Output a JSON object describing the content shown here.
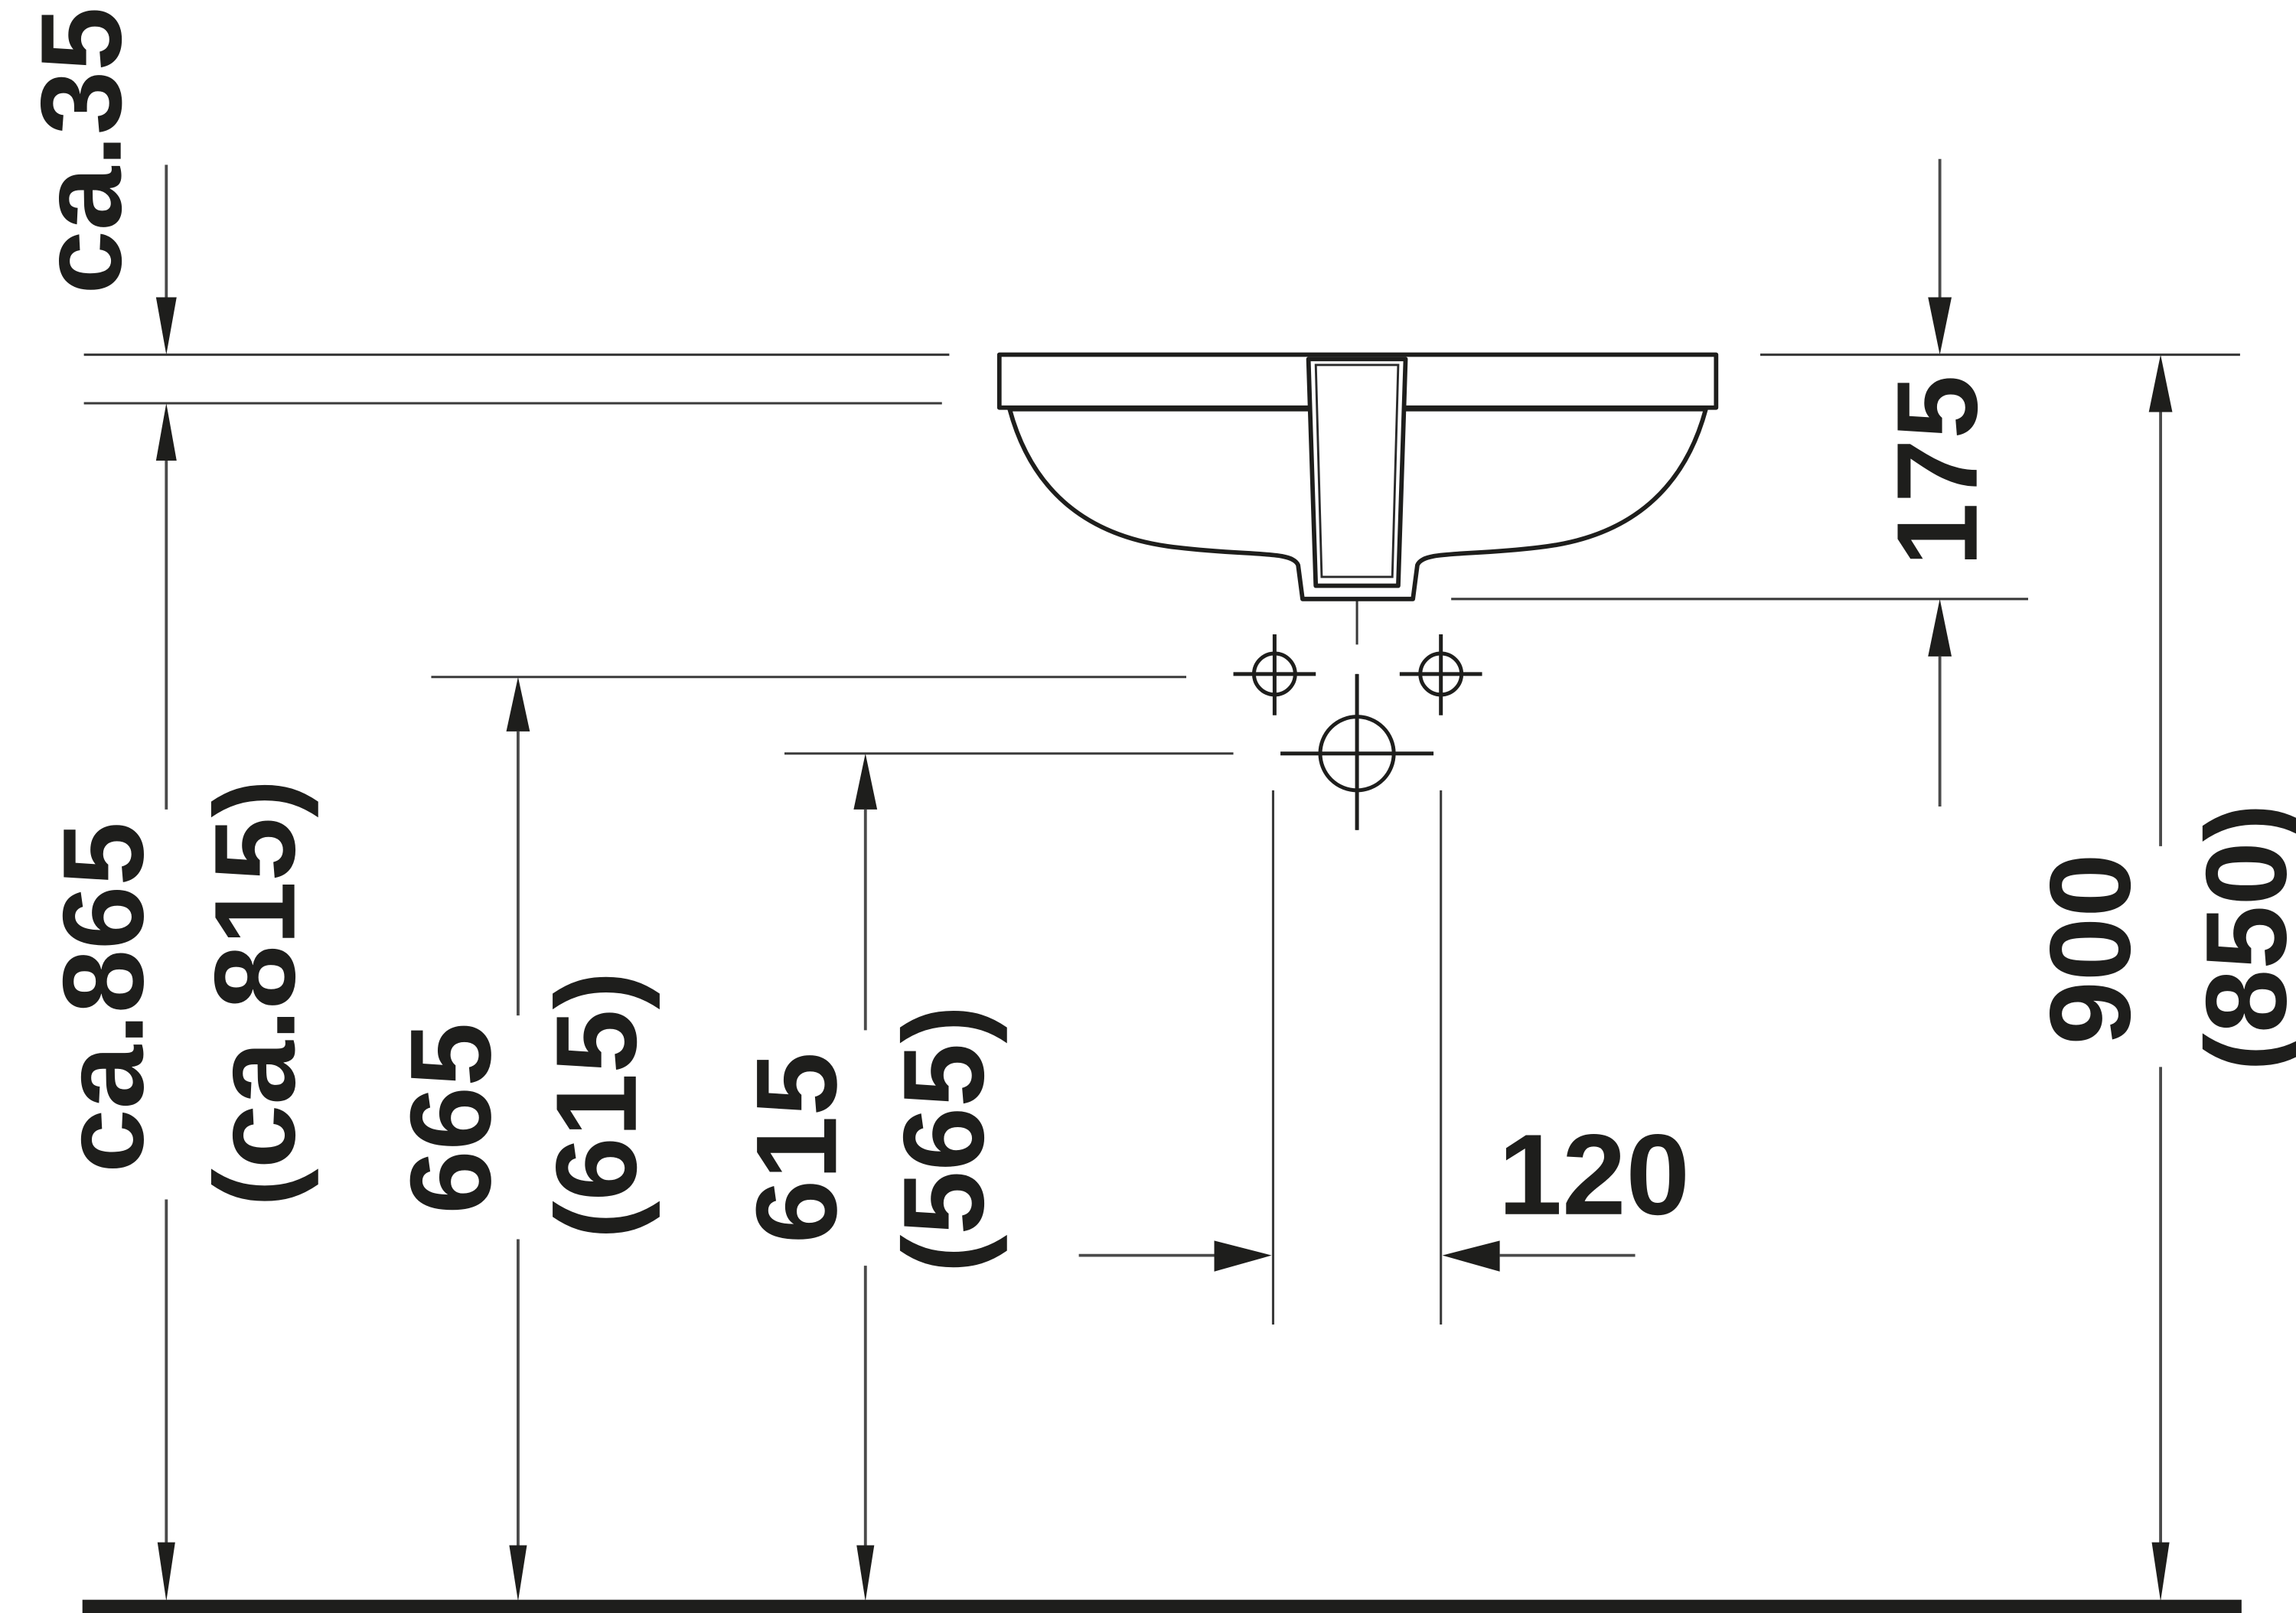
{
  "drawing": {
    "title": "Undercounter washbasin – installation dimensions (side elevation)",
    "units": "mm",
    "dimensions": {
      "top_clearance": {
        "label": "ca.35",
        "value": 35,
        "approx": true
      },
      "basin_height": {
        "label": "175",
        "value": 175
      },
      "height_under_counter_primary": {
        "label": "ca.865",
        "value": 865,
        "approx": true
      },
      "height_under_counter_alt": {
        "label": "(ca.815)",
        "value": 815,
        "approx": true
      },
      "supply_height_primary": {
        "label": "665",
        "value": 665
      },
      "supply_height_alt": {
        "label": "(615)",
        "value": 615
      },
      "waste_height_primary": {
        "label": "615",
        "value": 615
      },
      "waste_height_alt": {
        "label": "(565)",
        "value": 565
      },
      "supply_spacing": {
        "label": "120",
        "value": 120
      },
      "counter_height_primary": {
        "label": "900",
        "value": 900
      },
      "counter_height_alt": {
        "label": "(850)",
        "value": 850
      }
    },
    "symbols": [
      {
        "name": "hot-supply-connection",
        "shape": "small circle with crosshair"
      },
      {
        "name": "cold-supply-connection",
        "shape": "small circle with crosshair"
      },
      {
        "name": "waste-outlet-connection",
        "shape": "large circle with crosshair"
      }
    ],
    "colors": {
      "line": "#1e1e1c",
      "background": "#ffffff"
    }
  }
}
